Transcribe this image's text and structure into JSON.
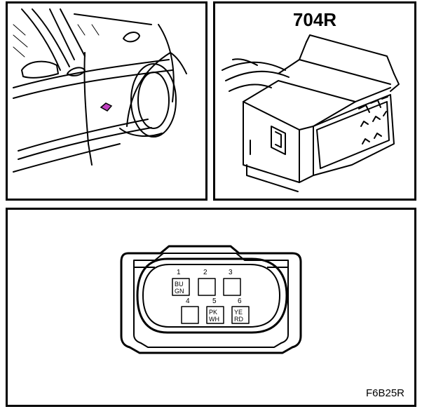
{
  "connector": {
    "id": "704R",
    "figure_code": "F6B25R"
  },
  "location_marker_color": "#c040c0",
  "pins": [
    {
      "number": "1",
      "wire_top": "BU",
      "wire_bottom": "GN"
    },
    {
      "number": "2",
      "wire_top": "",
      "wire_bottom": ""
    },
    {
      "number": "3",
      "wire_top": "",
      "wire_bottom": ""
    },
    {
      "number": "4",
      "wire_top": "",
      "wire_bottom": ""
    },
    {
      "number": "5",
      "wire_top": "PK",
      "wire_bottom": "WH"
    },
    {
      "number": "6",
      "wire_top": "YE",
      "wire_bottom": "RD"
    }
  ]
}
